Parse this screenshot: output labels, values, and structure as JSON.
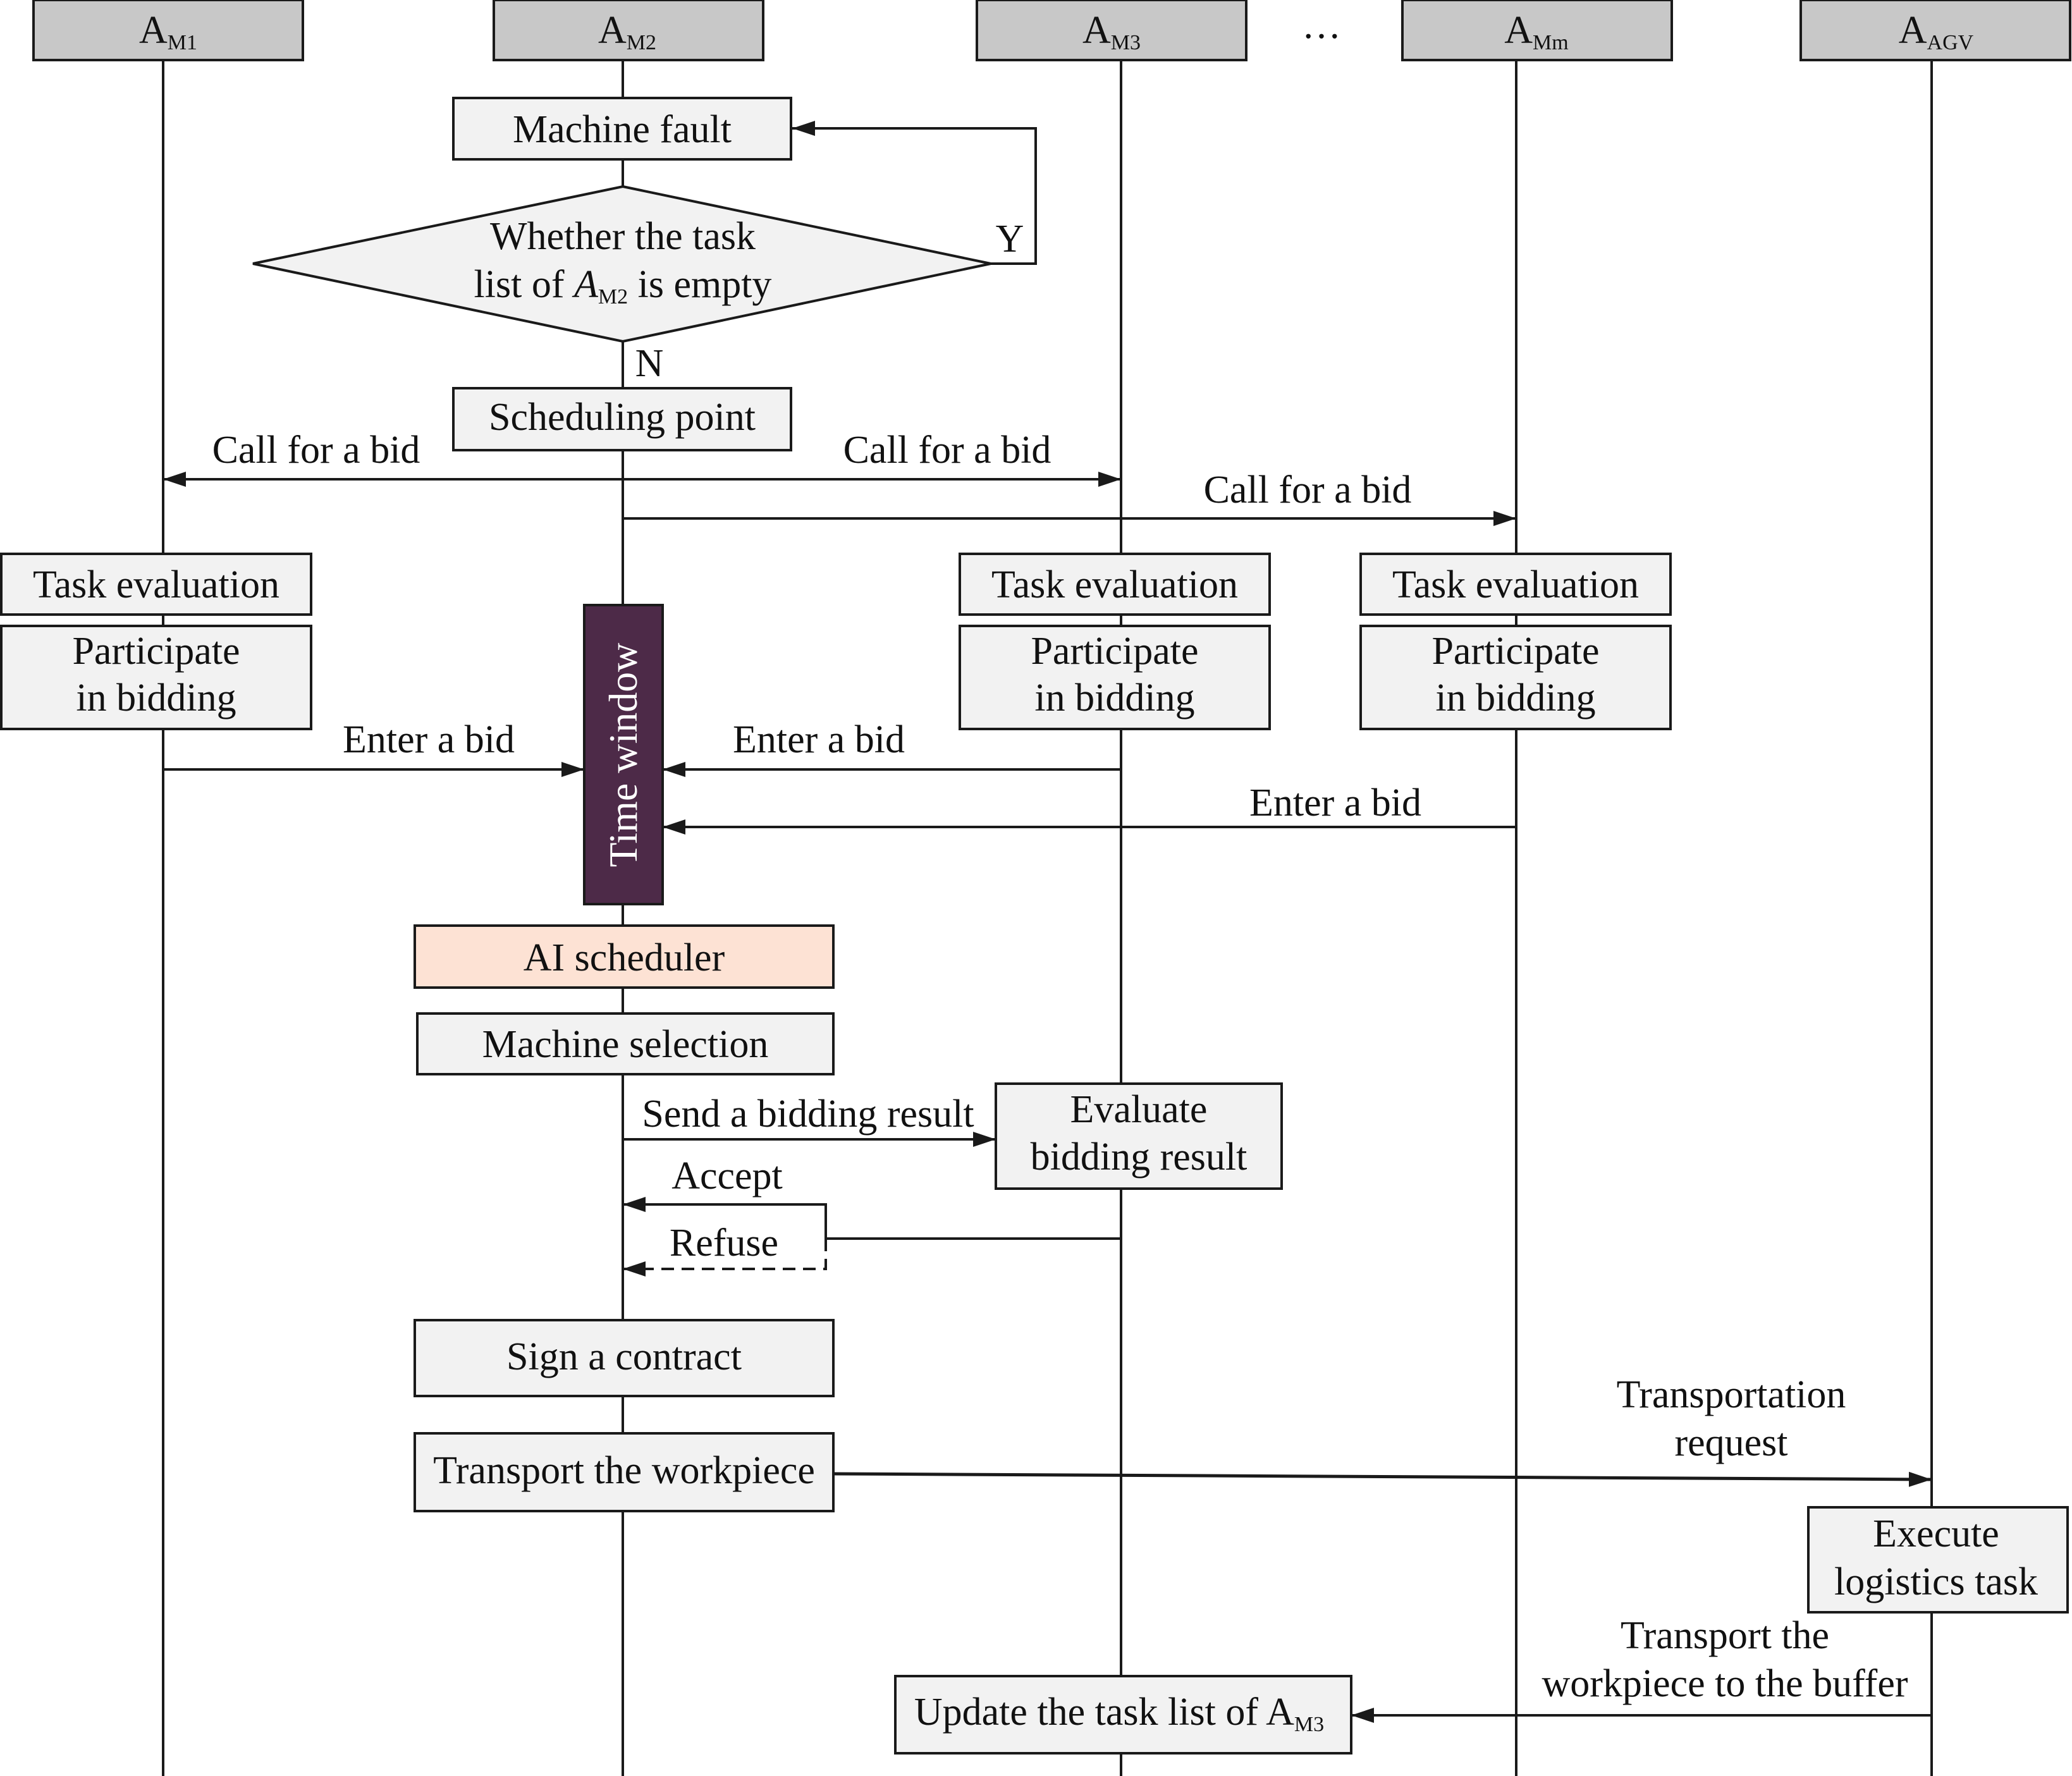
{
  "headers": [
    {
      "main": "A",
      "sub": "M1"
    },
    {
      "main": "A",
      "sub": "M2"
    },
    {
      "main": "A",
      "sub": "M3"
    },
    {
      "main": "A",
      "sub": "Mm"
    },
    {
      "main": "A",
      "sub": "AGV"
    }
  ],
  "ellipsis": "…",
  "nodes": {
    "machine_fault": "Machine fault",
    "decision_line1": "Whether the task",
    "decision_line2_pre": "list of ",
    "decision_line2_italic": "A",
    "decision_line2_sub": "M2",
    "decision_line2_post": " is empty",
    "decision_yes": "Y",
    "decision_no": "N",
    "scheduling_point": "Scheduling point",
    "task_evaluation": "Task evaluation",
    "participate_line1": "Participate",
    "participate_line2": "in bidding",
    "time_window": "Time window",
    "ai_scheduler": "AI scheduler",
    "machine_selection": "Machine selection",
    "evaluate_line1": "Evaluate",
    "evaluate_line2": "bidding result",
    "sign_contract": "Sign a contract",
    "transport_workpiece": "Transport the workpiece",
    "execute_line1": "Execute",
    "execute_line2": "logistics task",
    "update_task_list": "Update the task list of A",
    "update_task_list_sub": "M3"
  },
  "messages": {
    "call_for_bid": "Call for a bid",
    "enter_bid": "Enter a bid",
    "send_result": "Send a bidding result",
    "accept": "Accept",
    "refuse": "Refuse",
    "transport_request_line1": "Transportation",
    "transport_request_line2": "request",
    "transport_buffer_line1": "Transport the",
    "transport_buffer_line2": "workpiece to the buffer"
  },
  "colors": {
    "box_fill": "#f2f2f2",
    "header_fill": "#c8c8c8",
    "time_window_fill": "#4d2a48",
    "ai_scheduler_fill": "#fde2d4",
    "line": "#1a1a1a"
  }
}
